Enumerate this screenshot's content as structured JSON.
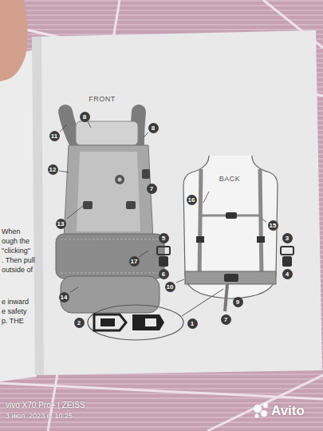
{
  "diagram": {
    "labels": [
      "When",
      "ough the",
      "\"clicking\"",
      ". Then pull",
      "outside of",
      "e inward",
      "e safety",
      "p. THE",
      "FRONT",
      "11",
      "8",
      "8",
      "12",
      "7",
      "BACK",
      "16",
      "13",
      "15",
      "5",
      "3",
      "6",
      "4",
      "17",
      "10",
      "14",
      "9",
      "7",
      "2",
      "1",
      "vivo X70 Pro+ | ZEISS",
      "3 июл. 2023 г., 10:25",
      "Avito"
    ]
  }
}
